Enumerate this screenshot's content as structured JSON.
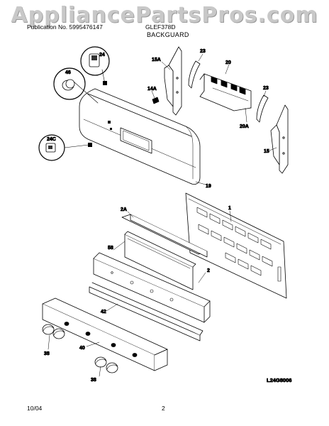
{
  "watermark": "AppliancePartsPros.com",
  "header": {
    "publication": "Publication No. 5995476147",
    "model": "GLEF378D",
    "section": "BACKGUARD"
  },
  "footer": {
    "date": "10/04",
    "page": "2"
  },
  "figure_code": "L24G8006",
  "callouts": {
    "c24": "24",
    "c46": "46",
    "c24c": "24C",
    "c15a": "15A",
    "c14a": "14A",
    "c23a": "23",
    "c20": "20",
    "c23b": "23",
    "c20a": "20A",
    "c15": "15",
    "c19": "19",
    "c1": "1",
    "c2a": "2A",
    "c58": "58",
    "c2": "2",
    "c42": "42",
    "c38a": "38",
    "c40": "40",
    "c38b": "38"
  }
}
